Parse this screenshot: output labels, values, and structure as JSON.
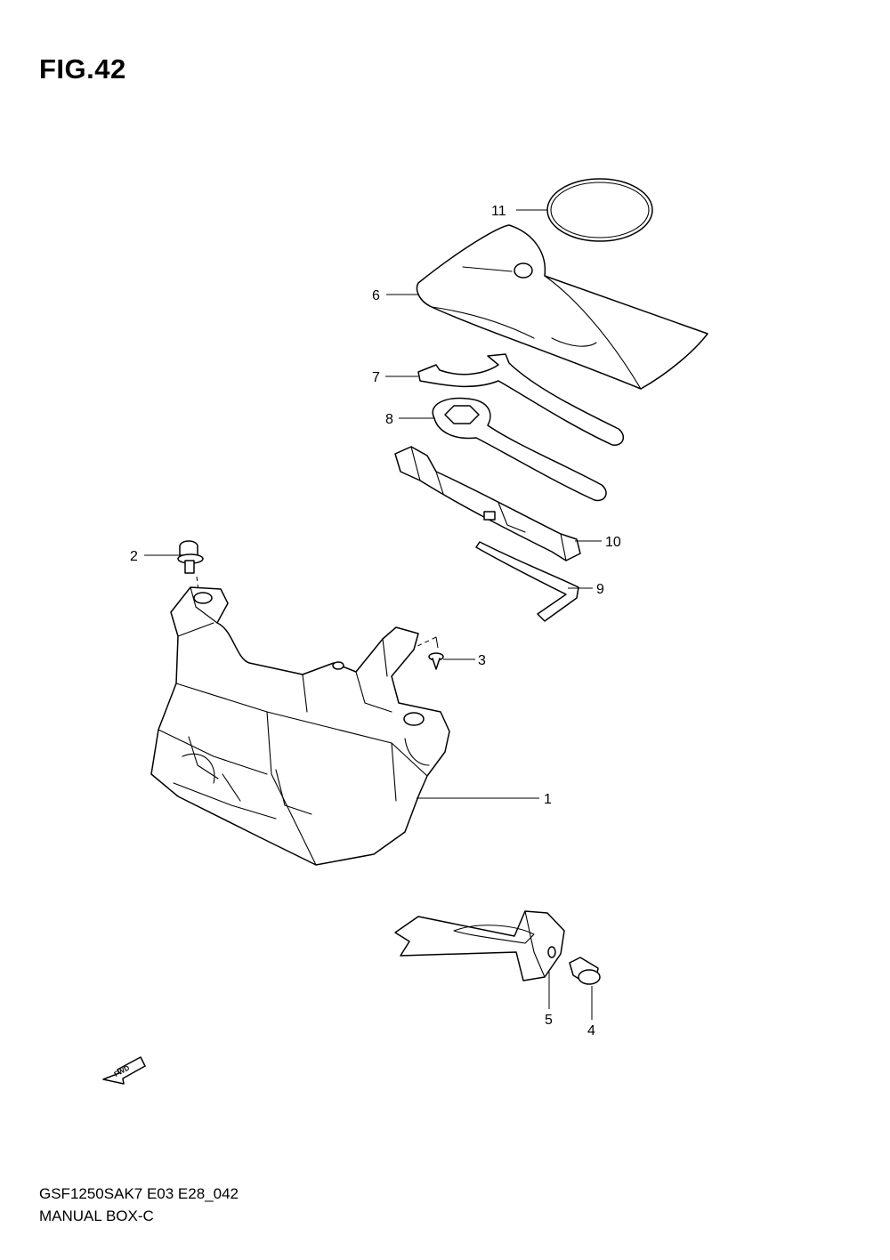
{
  "figure": {
    "title": "FIG.42",
    "footer_code": "GSF1250SAK7 E03 E28_042",
    "footer_name": "MANUAL BOX-C"
  },
  "parts": [
    {
      "id": "1",
      "label": "1",
      "name": "manual-box"
    },
    {
      "id": "2",
      "label": "2",
      "name": "bolt"
    },
    {
      "id": "3",
      "label": "3",
      "name": "screw"
    },
    {
      "id": "4",
      "label": "4",
      "name": "bolt"
    },
    {
      "id": "5",
      "label": "5",
      "name": "bracket"
    },
    {
      "id": "6",
      "label": "6",
      "name": "tool-bag"
    },
    {
      "id": "7",
      "label": "7",
      "name": "hook-wrench"
    },
    {
      "id": "8",
      "label": "8",
      "name": "box-wrench"
    },
    {
      "id": "9",
      "label": "9",
      "name": "hex-wrench"
    },
    {
      "id": "10",
      "label": "10",
      "name": "socket-wrench"
    },
    {
      "id": "11",
      "label": "11",
      "name": "rubber-band"
    }
  ],
  "fwd_arrow": {
    "label": "FWD"
  }
}
